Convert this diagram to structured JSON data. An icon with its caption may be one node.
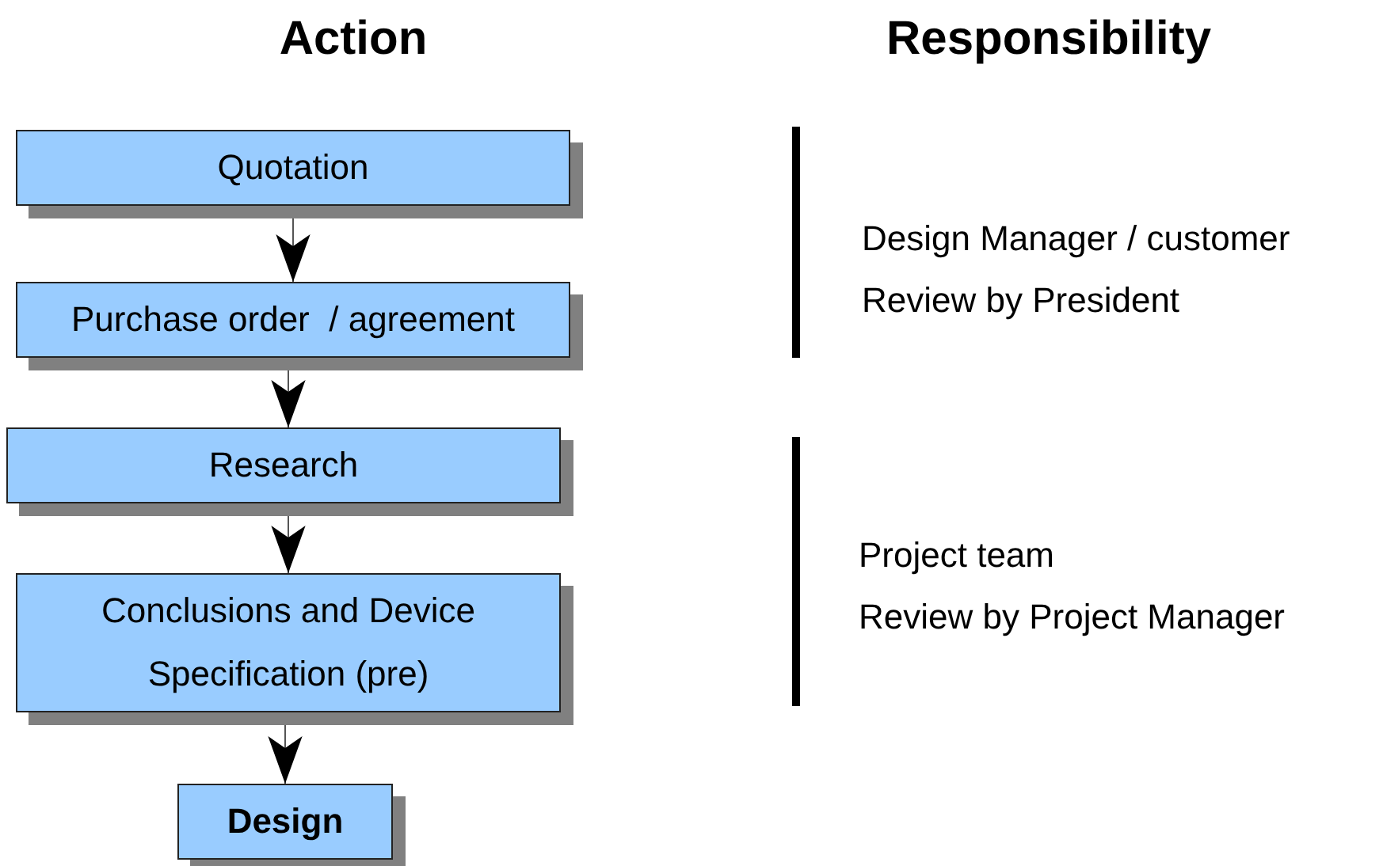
{
  "diagram": {
    "nodes": [
      {
        "text": [
          "Quotation"
        ]
      },
      {
        "text": [
          "Purchase order  / agreement"
        ]
      },
      {
        "text": [
          "Research"
        ]
      },
      {
        "text": [
          "Conclusions and Device Specification (pre)"
        ]
      },
      {
        "text": [
          "Design"
        ]
      }
    ],
    "edges": [
      {
        "from": 0,
        "to": 1,
        "arrow": "to"
      },
      {
        "from": 1,
        "to": 2,
        "arrow": "to"
      },
      {
        "from": 2,
        "to": 3,
        "arrow": "to"
      },
      {
        "from": 3,
        "to": 4,
        "arrow": "to"
      }
    ],
    "labels": [
      "Action",
      "Responsibility",
      "Design Manager / customer",
      "Review by President",
      "Project team",
      "Review by Project Manager"
    ]
  }
}
